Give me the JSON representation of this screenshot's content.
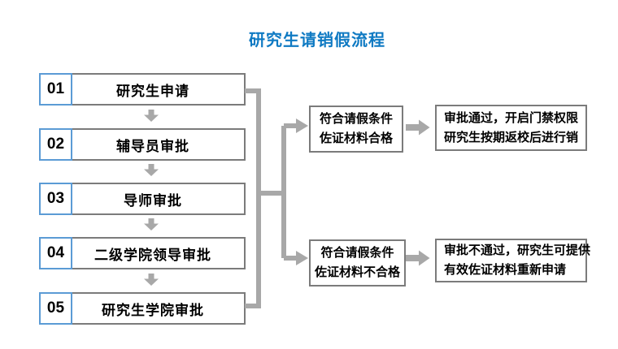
{
  "title": "研究生请销假流程",
  "colors": {
    "title_blue": "#0f7ac3",
    "step_number_border_blue": "#5b9bd5",
    "box_border_gray": "#7b7b7b",
    "arrow_gray": "#a8a8a8"
  },
  "steps": [
    {
      "number": "01",
      "label": "研究生申请"
    },
    {
      "number": "02",
      "label": "辅导员审批"
    },
    {
      "number": "03",
      "label": "导师审批"
    },
    {
      "number": "04",
      "label": "二级学院领导审批"
    },
    {
      "number": "05",
      "label": "研究生学院审批"
    }
  ],
  "branches": [
    {
      "condition": {
        "line1": "符合请假条件",
        "line2": "佐证材料合格"
      },
      "result": {
        "line1": "审批通过，开启门禁权限",
        "line2": "研究生按期返校后进行销"
      }
    },
    {
      "condition": {
        "line1": "符合请假条件",
        "line2": "佐证材料不合格"
      },
      "result": {
        "line1": "审批不通过，研究生可提供",
        "line2": "有效佐证材料重新申请"
      }
    }
  ]
}
